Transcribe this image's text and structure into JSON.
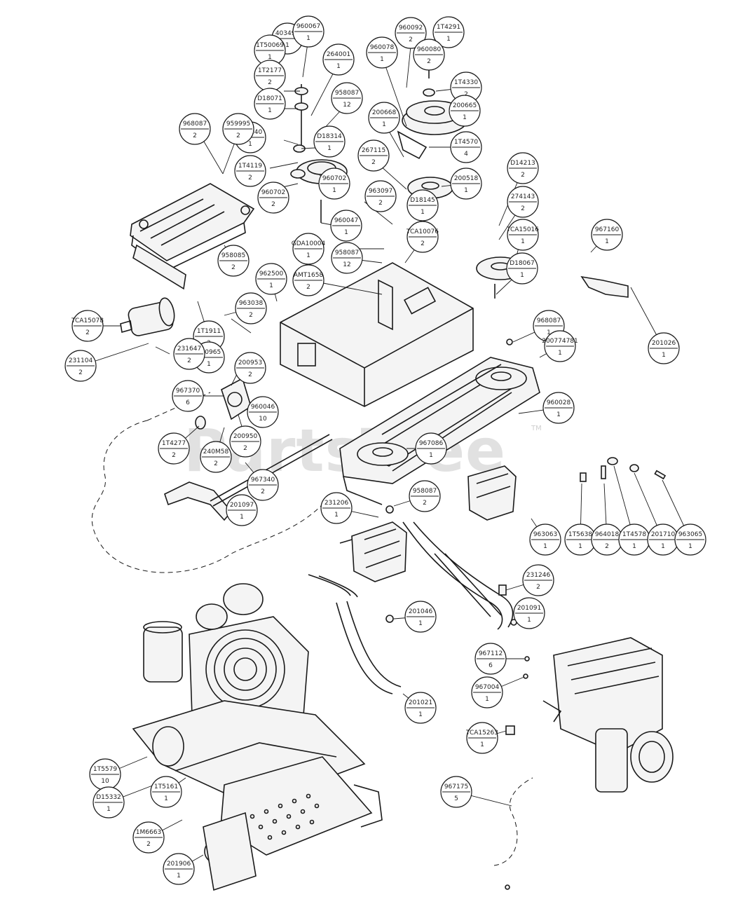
{
  "watermark": {
    "text": "PartsTree",
    "tm": "TM"
  },
  "callouts": [
    {
      "part": "1T4291",
      "qty": "1"
    },
    {
      "part": "960092",
      "qty": "2"
    },
    {
      "part": "960080",
      "qty": "2"
    },
    {
      "part": "1T4330",
      "qty": "2"
    },
    {
      "part": "200665",
      "qty": "1"
    },
    {
      "part": "1T4570",
      "qty": "4"
    },
    {
      "part": "200518",
      "qty": "1"
    },
    {
      "part": "960078",
      "qty": "1"
    },
    {
      "part": "200668",
      "qty": "1"
    },
    {
      "part": "267115",
      "qty": "2"
    },
    {
      "part": "403492",
      "qty": "1"
    },
    {
      "part": "960067",
      "qty": "1"
    },
    {
      "part": "1T50069",
      "qty": "1"
    },
    {
      "part": "1T2177",
      "qty": "2"
    },
    {
      "part": "D18071",
      "qty": "1"
    },
    {
      "part": "264001",
      "qty": "1"
    },
    {
      "part": "958087",
      "qty": "12"
    },
    {
      "part": "201140",
      "qty": "1"
    },
    {
      "part": "D18314",
      "qty": "1"
    },
    {
      "part": "960702",
      "qty": "1"
    },
    {
      "part": "968087",
      "qty": "2"
    },
    {
      "part": "959995",
      "qty": "2"
    },
    {
      "part": "1T4119",
      "qty": "2"
    },
    {
      "part": "960702",
      "qty": "2"
    },
    {
      "part": "963097",
      "qty": "2"
    },
    {
      "part": "960047",
      "qty": "1"
    },
    {
      "part": "D18145",
      "qty": "1"
    },
    {
      "part": "D14213",
      "qty": "2"
    },
    {
      "part": "274143",
      "qty": "2"
    },
    {
      "part": "TCA15016",
      "qty": "1"
    },
    {
      "part": "TCA10076",
      "qty": "2"
    },
    {
      "part": "D18067",
      "qty": "1"
    },
    {
      "part": "967160",
      "qty": "1"
    },
    {
      "part": "GDA10004",
      "qty": "1"
    },
    {
      "part": "958085",
      "qty": "2"
    },
    {
      "part": "958087",
      "qty": "12"
    },
    {
      "part": "962500",
      "qty": "1"
    },
    {
      "part": "AMT1658",
      "qty": "2"
    },
    {
      "part": "963038",
      "qty": "2"
    },
    {
      "part": "1T1911",
      "qty": "2"
    },
    {
      "part": "200965",
      "qty": "1"
    },
    {
      "part": "TCA15078",
      "qty": "2"
    },
    {
      "part": "231104",
      "qty": "2"
    },
    {
      "part": "231647",
      "qty": "2"
    },
    {
      "part": "200953",
      "qty": "2"
    },
    {
      "part": "967370",
      "qty": "6"
    },
    {
      "part": "960046",
      "qty": "10"
    },
    {
      "part": "200950",
      "qty": "2"
    },
    {
      "part": "1T4277",
      "qty": "2"
    },
    {
      "part": "240M58",
      "qty": "2"
    },
    {
      "part": "967340",
      "qty": "2"
    },
    {
      "part": "201097",
      "qty": "1"
    },
    {
      "part": "968087",
      "qty": "1"
    },
    {
      "part": "200774781",
      "qty": "1"
    },
    {
      "part": "960028",
      "qty": "1"
    },
    {
      "part": "201026",
      "qty": "1"
    },
    {
      "part": "967086",
      "qty": "1"
    },
    {
      "part": "958087",
      "qty": "2"
    },
    {
      "part": "231206",
      "qty": "1"
    },
    {
      "part": "963063",
      "qty": "1"
    },
    {
      "part": "1T5638",
      "qty": "1"
    },
    {
      "part": "964018",
      "qty": "2"
    },
    {
      "part": "1T4578",
      "qty": "1"
    },
    {
      "part": "201710",
      "qty": "1"
    },
    {
      "part": "963065",
      "qty": "1"
    },
    {
      "part": "231246",
      "qty": "2"
    },
    {
      "part": "201046",
      "qty": "1"
    },
    {
      "part": "201091",
      "qty": "1"
    },
    {
      "part": "967112",
      "qty": "6"
    },
    {
      "part": "967004",
      "qty": "1"
    },
    {
      "part": "TCA15263",
      "qty": "1"
    },
    {
      "part": "201021",
      "qty": "1"
    },
    {
      "part": "967175",
      "qty": "5"
    },
    {
      "part": "1T5579",
      "qty": "10"
    },
    {
      "part": "D15332",
      "qty": "1"
    },
    {
      "part": "1T5161",
      "qty": "1"
    },
    {
      "part": "1M6663",
      "qty": "2"
    },
    {
      "part": "201906",
      "qty": "1"
    }
  ]
}
